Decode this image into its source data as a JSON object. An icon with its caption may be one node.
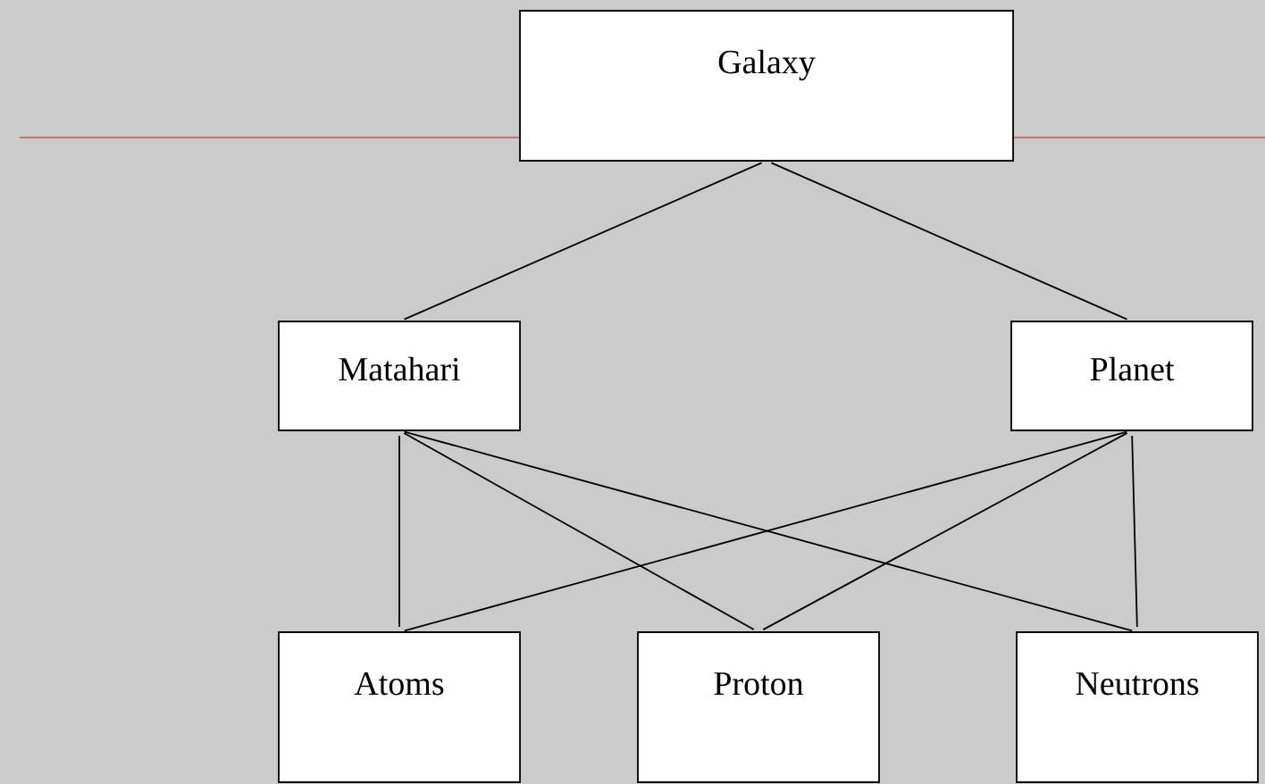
{
  "diagram": {
    "nodes": [
      {
        "text": [
          "Galaxy"
        ]
      },
      {
        "text": [
          "Matahari"
        ]
      },
      {
        "text": [
          "Planet"
        ]
      },
      {
        "text": [
          "Atoms"
        ]
      },
      {
        "text": [
          "Proton"
        ]
      },
      {
        "text": [
          "Neutrons"
        ]
      }
    ],
    "edges": [
      {
        "from": 0,
        "to": 1,
        "arrow": "none"
      },
      {
        "from": 0,
        "to": 2,
        "arrow": "none"
      },
      {
        "from": 1,
        "to": 3,
        "arrow": "none"
      },
      {
        "from": 1,
        "to": 4,
        "arrow": "none"
      },
      {
        "from": 1,
        "to": 5,
        "arrow": "none"
      },
      {
        "from": 2,
        "to": 3,
        "arrow": "none"
      },
      {
        "from": 2,
        "to": 4,
        "arrow": "none"
      },
      {
        "from": 2,
        "to": 5,
        "arrow": "none"
      }
    ]
  }
}
